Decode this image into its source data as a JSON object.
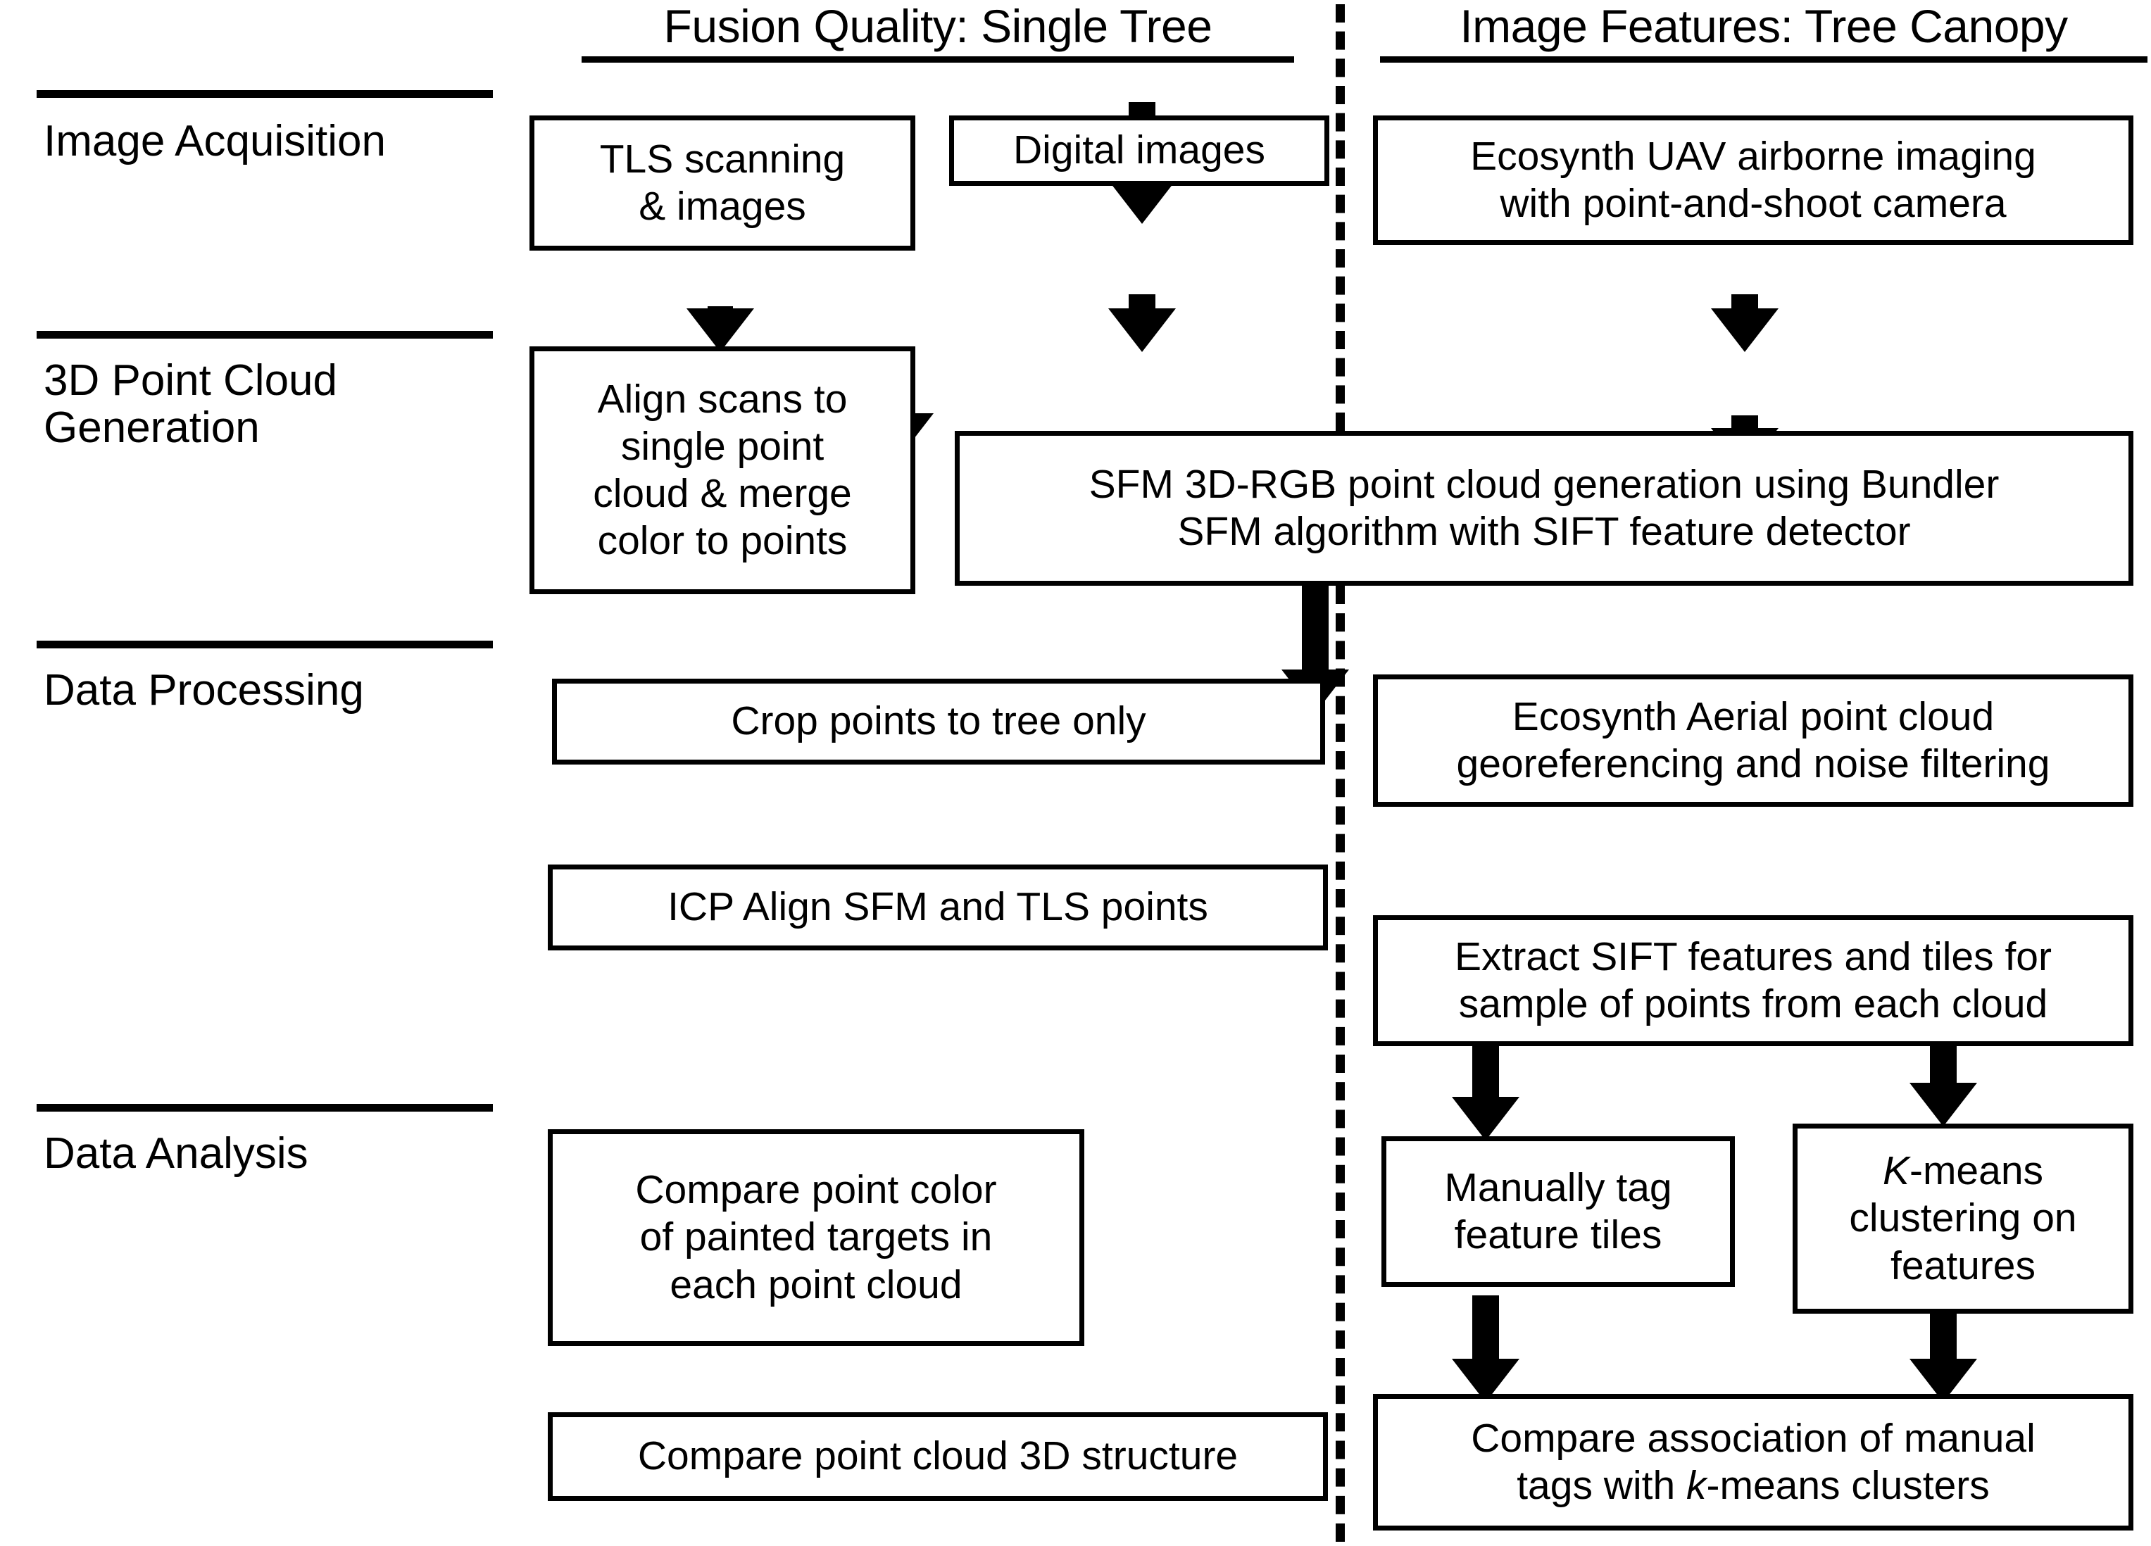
{
  "figure": {
    "type": "flowchart",
    "title": "Methodology flowchart for point cloud fusion quality and image feature analysis",
    "columns": [
      {
        "id": "left",
        "header": "Fusion Quality: Single Tree"
      },
      {
        "id": "right",
        "header": "Image Features: Tree Canopy"
      }
    ],
    "stages": [
      {
        "id": "acquisition",
        "label": "Image Acquisition"
      },
      {
        "id": "generation",
        "label": "3D Point Cloud\nGeneration"
      },
      {
        "id": "processing",
        "label": "Data Processing"
      },
      {
        "id": "analysis",
        "label": "Data Analysis"
      }
    ],
    "nodes": [
      {
        "id": "tls",
        "text": "TLS scanning\n& images",
        "stage": "acquisition",
        "column": "left"
      },
      {
        "id": "digital",
        "text": "Digital images",
        "stage": "acquisition",
        "column": "left"
      },
      {
        "id": "ecosynth",
        "text": "Ecosynth UAV airborne imaging\nwith point-and-shoot camera",
        "stage": "acquisition",
        "column": "right"
      },
      {
        "id": "align",
        "text": "Align scans to\nsingle point\ncloud & merge\ncolor to points",
        "stage": "generation",
        "column": "left"
      },
      {
        "id": "sfm",
        "text": "SFM 3D-RGB point cloud generation using Bundler\nSFM algorithm with SIFT feature detector",
        "stage": "generation",
        "column": "both"
      },
      {
        "id": "crop",
        "text": "Crop points to tree only",
        "stage": "processing",
        "column": "left"
      },
      {
        "id": "icp",
        "text": "ICP Align SFM and TLS points",
        "stage": "processing",
        "column": "left"
      },
      {
        "id": "georef",
        "text": "Ecosynth Aerial point cloud\ngeoreferencing and noise filtering",
        "stage": "processing",
        "column": "right"
      },
      {
        "id": "extract",
        "text": "Extract SIFT features and tiles for\nsample of points from each cloud",
        "stage": "processing",
        "column": "right"
      },
      {
        "id": "comparecol",
        "text": "Compare point color\nof painted targets in\neach point cloud",
        "stage": "analysis",
        "column": "left"
      },
      {
        "id": "compare3d",
        "text": "Compare point cloud 3D structure",
        "stage": "analysis",
        "column": "left"
      },
      {
        "id": "manualtag",
        "text": "Manually tag\nfeature tiles",
        "stage": "analysis",
        "column": "right"
      },
      {
        "id": "kmeans",
        "text": "K-means\nclustering on\nfeatures",
        "stage": "analysis",
        "column": "right",
        "italic_prefix": "K"
      },
      {
        "id": "compareassoc",
        "text": "Compare association of manual\ntags with k-means clusters",
        "stage": "analysis",
        "column": "right",
        "italic_token": "k"
      }
    ],
    "edges": [
      {
        "from": "tls",
        "to": "align"
      },
      {
        "from": "digital",
        "to": "sfm"
      },
      {
        "from": "ecosynth",
        "to": "sfm"
      },
      {
        "from": "align",
        "to": "crop"
      },
      {
        "from": "sfm",
        "to": "crop"
      },
      {
        "from": "sfm",
        "to": "georef"
      },
      {
        "from": "crop",
        "to": "icp"
      },
      {
        "from": "icp",
        "to": "comparecol"
      },
      {
        "from": "icp",
        "to": "compare3d"
      },
      {
        "from": "georef",
        "to": "extract"
      },
      {
        "from": "extract",
        "to": "manualtag"
      },
      {
        "from": "extract",
        "to": "kmeans"
      },
      {
        "from": "manualtag",
        "to": "compareassoc"
      },
      {
        "from": "kmeans",
        "to": "compareassoc"
      }
    ],
    "colors": {
      "ink": "#000000",
      "paper": "#ffffff"
    }
  }
}
